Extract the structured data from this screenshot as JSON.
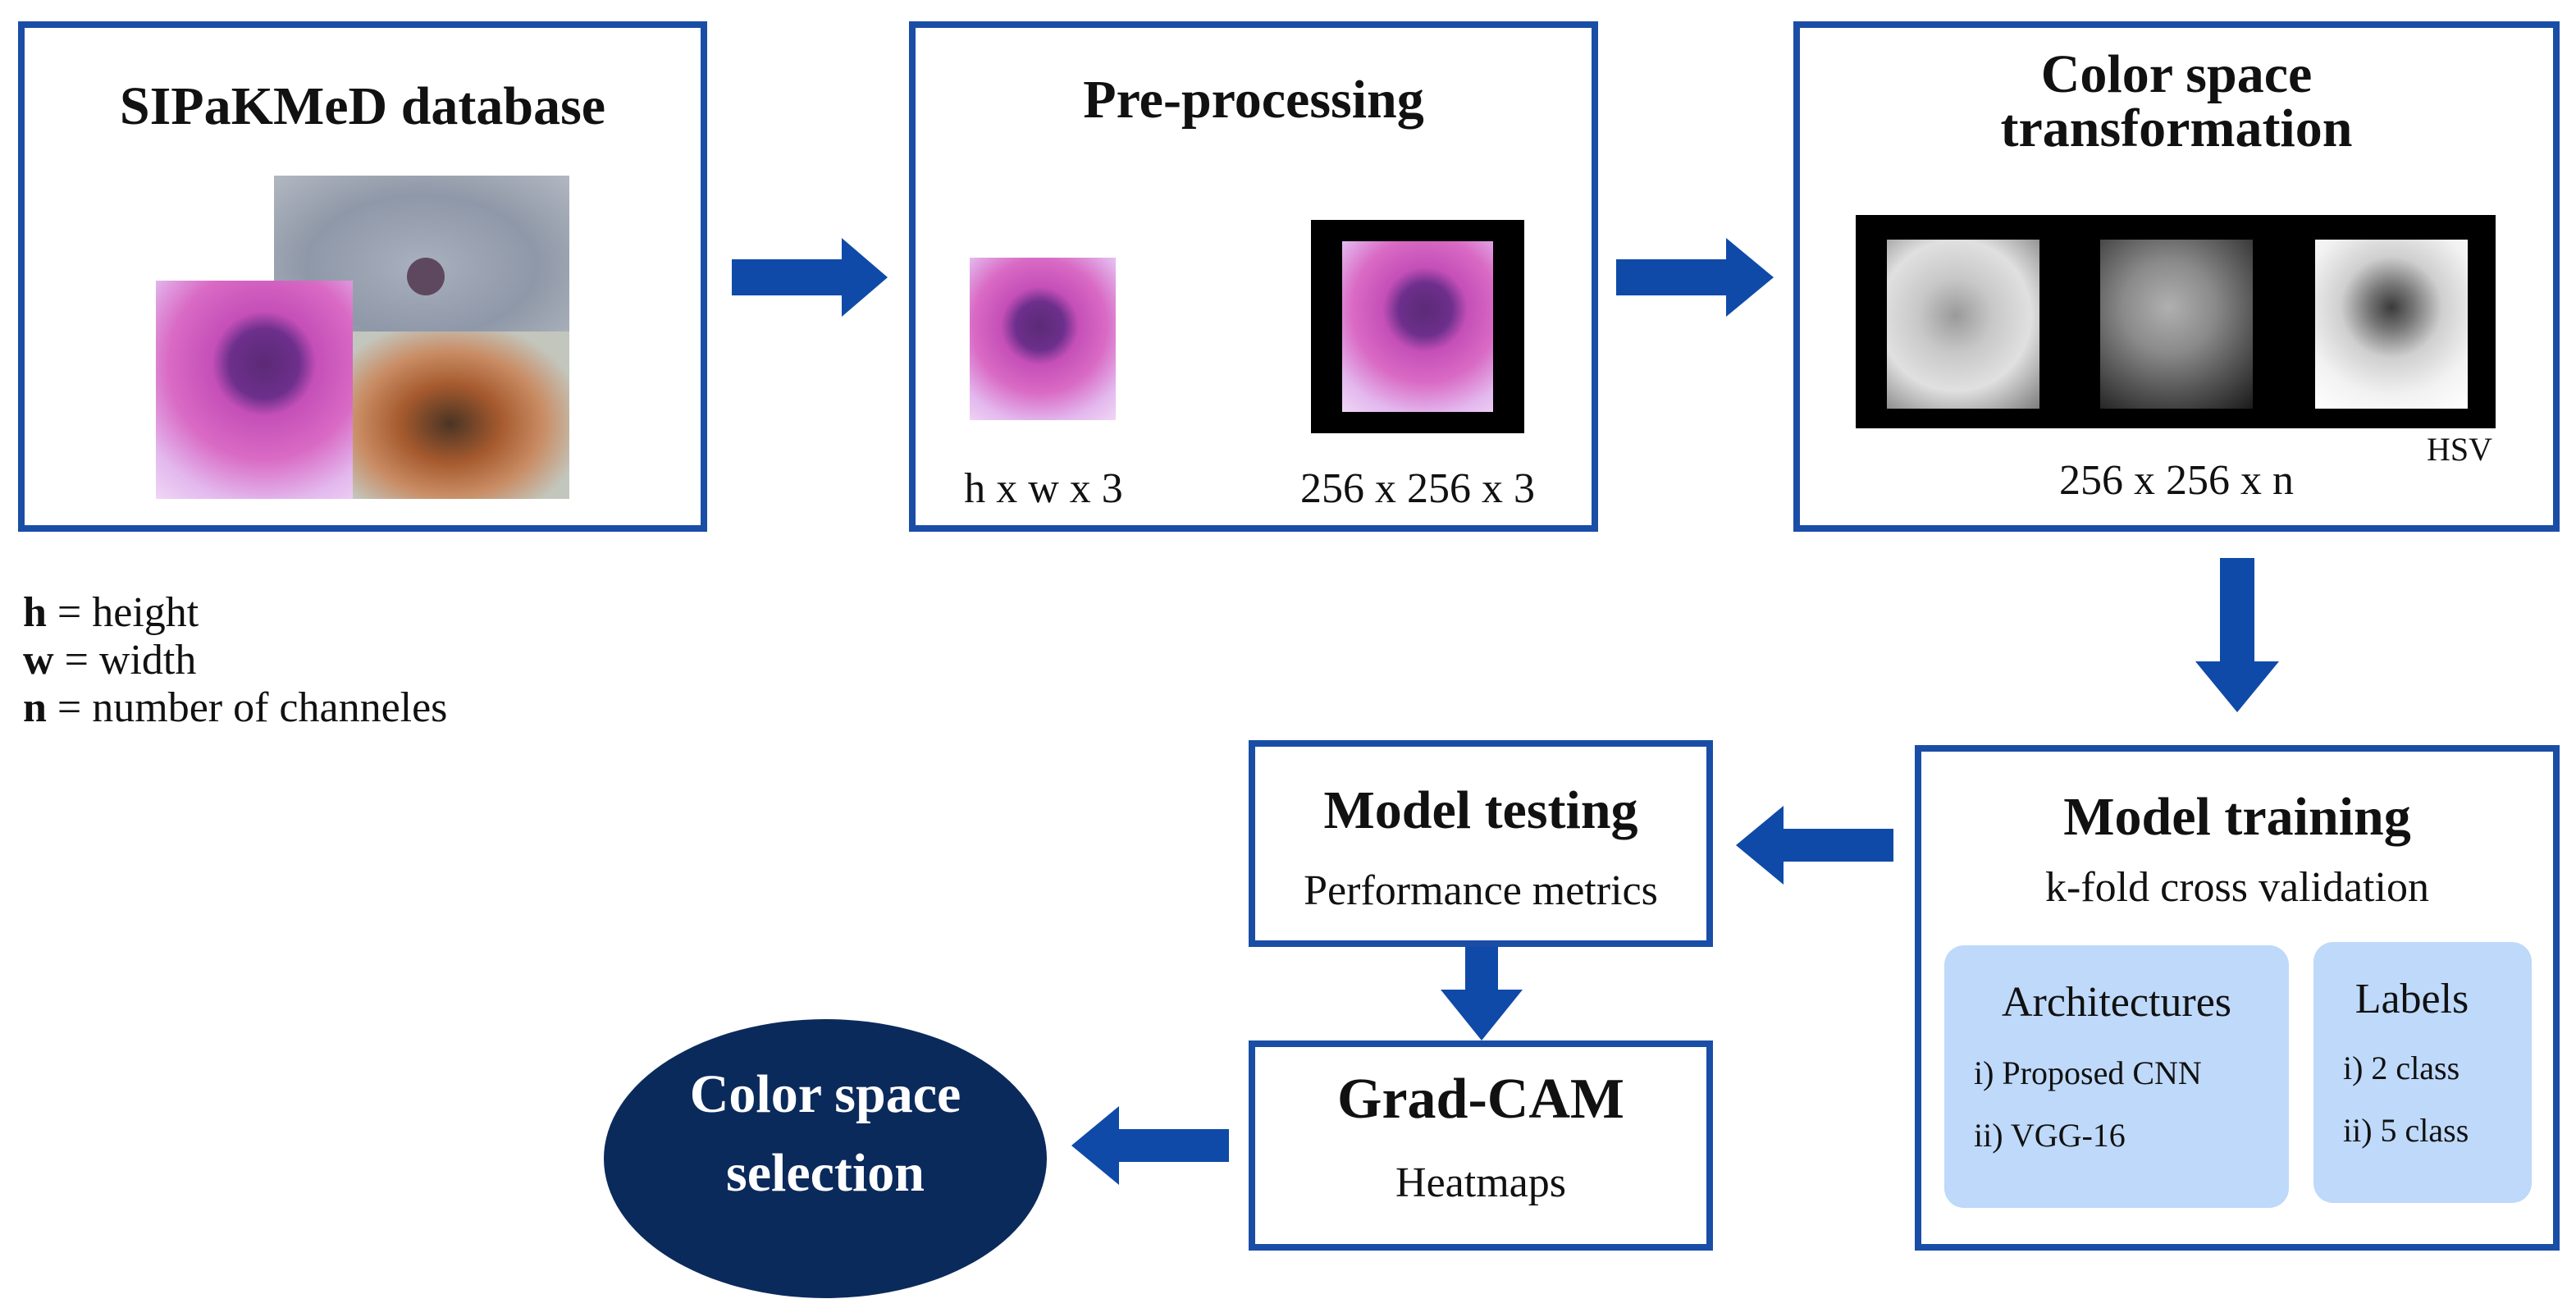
{
  "colors": {
    "box_border": "#1a4ea6",
    "arrow": "#0f4aa8",
    "ellipse_fill": "#0b2a5c",
    "sub_panel": "#bed9f9"
  },
  "boxes": {
    "database": {
      "title": "SIPaKMeD database"
    },
    "preprocessing": {
      "title": "Pre-processing",
      "input_dims": "h x w x 3",
      "output_dims": "256 x 256 x 3"
    },
    "color_transform": {
      "title_line1": "Color space",
      "title_line2": "transformation",
      "dims": "256 x 256 x n",
      "space_label": "HSV"
    },
    "model_training": {
      "title": "Model training",
      "subtitle": "k-fold cross validation",
      "architectures": {
        "heading": "Architectures",
        "items": [
          "i) Proposed CNN",
          "ii) VGG-16"
        ]
      },
      "labels": {
        "heading": "Labels",
        "items": [
          "i) 2 class",
          "ii) 5 class"
        ]
      }
    },
    "model_testing": {
      "title": "Model testing",
      "subtitle": "Performance metrics"
    },
    "gradcam": {
      "title": "Grad-CAM",
      "subtitle": "Heatmaps"
    },
    "selection": {
      "line1": "Color space",
      "line2": "selection"
    }
  },
  "legend": [
    {
      "symbol": "h",
      "text": " = height"
    },
    {
      "symbol": "w",
      "text": " = width"
    },
    {
      "symbol": "n",
      "text": " = number of channeles"
    }
  ]
}
